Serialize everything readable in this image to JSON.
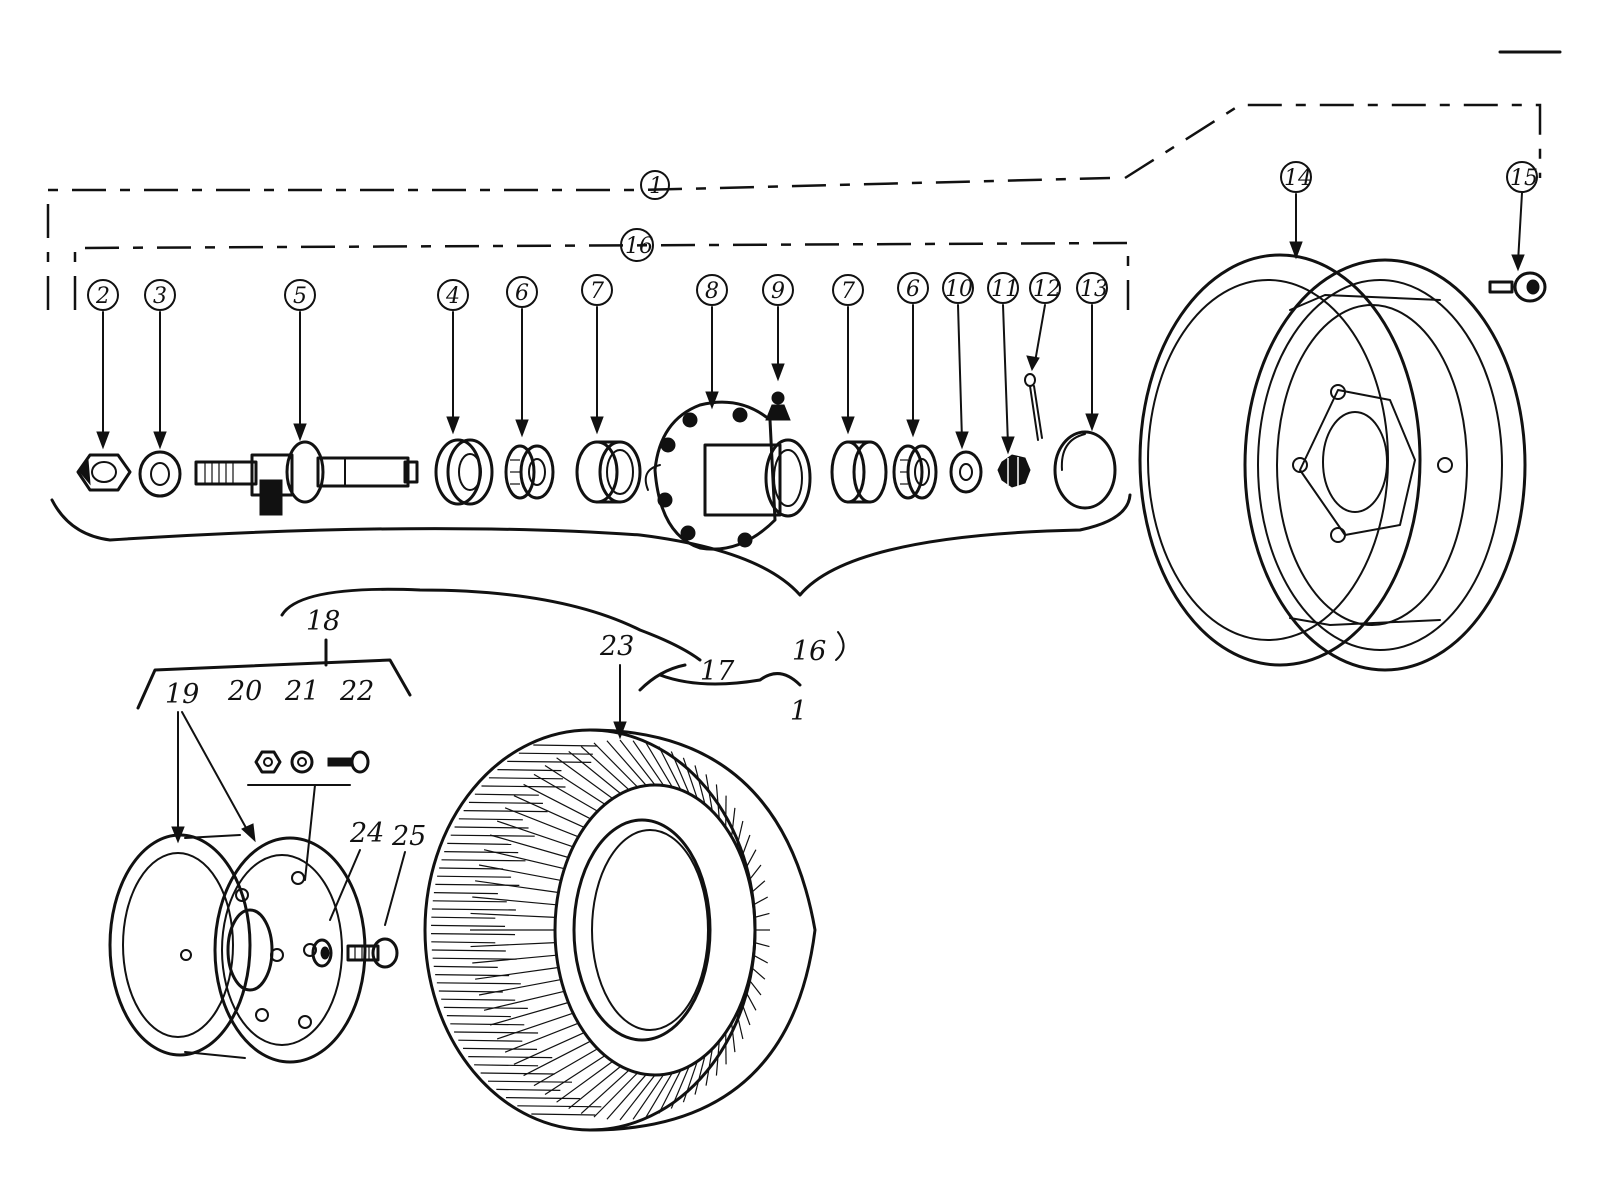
{
  "callouts": {
    "c1": "1",
    "c2": "2",
    "c3": "3",
    "c4": "4",
    "c5": "5",
    "c6a": "6",
    "c7a": "7",
    "c8": "8",
    "c9": "9",
    "c7b": "7",
    "c6b": "6",
    "c10": "10",
    "c11": "11",
    "c12": "12",
    "c13": "13",
    "c14": "14",
    "c15": "15",
    "c16a": "16",
    "c16b": "16",
    "c17": "17",
    "c1b": "1",
    "c18": "18",
    "c19": "19",
    "c20": "20",
    "c21": "21",
    "c22": "22",
    "c23": "23",
    "c24": "24",
    "c25": "25"
  }
}
